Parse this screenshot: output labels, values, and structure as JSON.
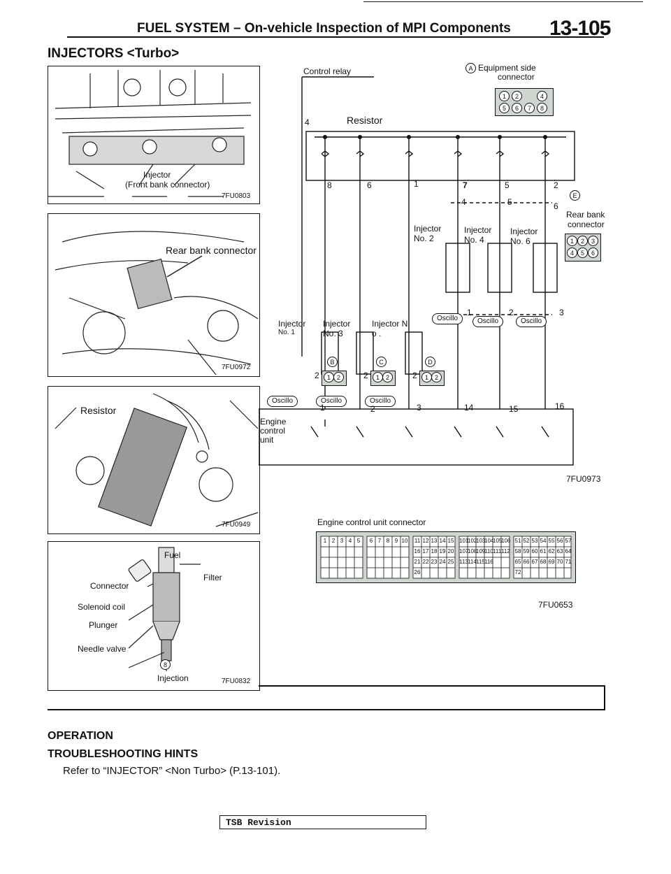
{
  "header": {
    "title": "FUEL SYSTEM – On-vehicle Inspection of MPI Components",
    "page_number": "13-105"
  },
  "section_title": "INJECTORS <Turbo>",
  "figures": {
    "front": {
      "label_injector": "Injector",
      "label_connector": "(Front bank connector)",
      "code": "7FU0803"
    },
    "rear": {
      "label": "Rear bank connector",
      "code": "7FU0972"
    },
    "resistor": {
      "label": "Resistor",
      "code": "7FU0949"
    },
    "injector_parts": {
      "fuel": "Fuel",
      "filter": "Filter",
      "connector": "Connector",
      "solenoid": "Solenoid coil",
      "plunger": "Plunger",
      "needle": "Needle valve",
      "marker": "8",
      "injection": "Injection",
      "code": "7FU0832"
    }
  },
  "circuit": {
    "control_relay": "Control relay",
    "equipment_side": "Equipment side",
    "connector_word": "connector",
    "marker_a": "A",
    "resistor": "Resistor",
    "resistor_pin": "4",
    "top_pins": [
      "8",
      "6",
      "1",
      "7",
      "5",
      "2"
    ],
    "mid_pins": [
      "4",
      "5",
      "6"
    ],
    "marker_e": "E",
    "rear_bank": "Rear bank",
    "rear_connector": "connector",
    "rear_pins": [
      "1",
      "2",
      "3",
      "4",
      "5",
      "6"
    ],
    "equipment_pins": [
      "1",
      "2",
      "4",
      "5",
      "6",
      "7",
      "8"
    ],
    "inj2": "Injector No. 2",
    "inj4": "Injector No. 4",
    "inj6": "Injector No. 6",
    "inj1": "Injector",
    "inj1_no": "No. 1",
    "inj3": "Injector No. 3",
    "inj5": "Injector N o .",
    "low_pins_rear": [
      "1",
      "2",
      "3"
    ],
    "oscillo": "Oscillo",
    "markers_bcd": [
      "B",
      "C",
      "D"
    ],
    "conn_pins": [
      "1",
      "2"
    ],
    "pin_labels_2": [
      "2",
      "2",
      "2"
    ],
    "ecu_pins": [
      "1",
      "2",
      "3",
      "14",
      "15",
      "16"
    ],
    "ecu_label": [
      "Engine",
      "control",
      "unit"
    ],
    "code": "7FU0973"
  },
  "ecu_connector": {
    "title": "Engine control unit connector",
    "code": "7FU0653",
    "columns": [
      [
        "1",
        "2",
        "3",
        "4",
        "5"
      ],
      [
        "6",
        "7",
        "8",
        "9",
        "10"
      ],
      [
        "11",
        "12",
        "13",
        "14",
        "15",
        "16",
        "17",
        "18",
        "19",
        "20",
        "21",
        "22",
        "23",
        "24",
        "25",
        "26"
      ],
      [
        "101",
        "102",
        "103",
        "104",
        "105",
        "106",
        "107",
        "108",
        "109",
        "110",
        "111",
        "112",
        "113",
        "114",
        "115",
        "116"
      ],
      [
        "51",
        "52",
        "53",
        "54",
        "55",
        "56",
        "57",
        "58",
        "59",
        "60",
        "61",
        "62",
        "63",
        "64",
        "65",
        "66",
        "67",
        "68",
        "69",
        "70",
        "71",
        "72"
      ]
    ]
  },
  "operation": "OPERATION",
  "troubleshooting": "TROUBLESHOOTING HINTS",
  "reference": "Refer to “INJECTOR” <Non Turbo> (P.13-101).",
  "tsb": "TSB Revision"
}
